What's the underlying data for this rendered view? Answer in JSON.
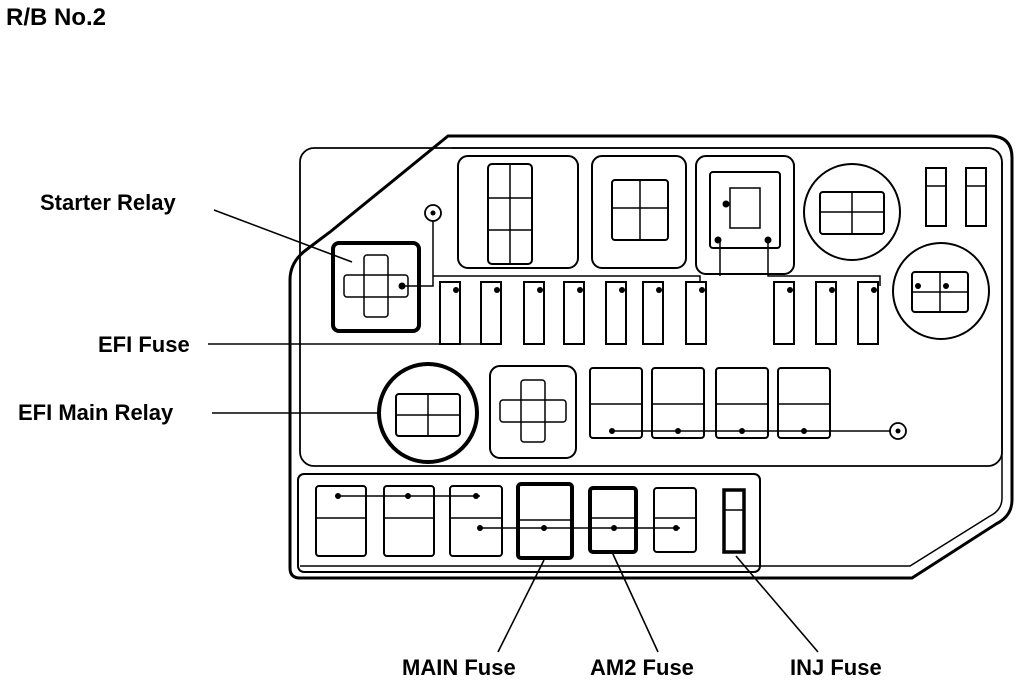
{
  "title": "R/B No.2",
  "callouts": {
    "starter_relay": "Starter Relay",
    "efi_fuse": "EFI Fuse",
    "efi_main_relay": "EFI Main Relay",
    "main_fuse": "MAIN Fuse",
    "am2_fuse": "AM2 Fuse",
    "inj_fuse": "INJ Fuse"
  },
  "colors": {
    "ink": "#000000",
    "paper": "#ffffff",
    "fill": "#f7f7f7"
  }
}
